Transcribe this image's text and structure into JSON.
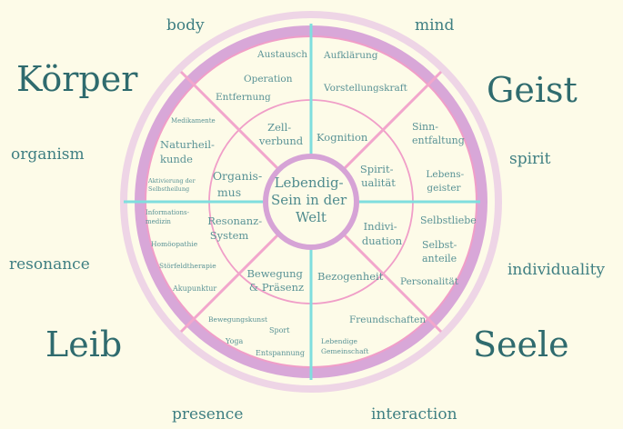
{
  "colors": {
    "background": "#fdfbe8",
    "outer_ring": "#d6a3d6",
    "ring_stroke": "#ef9fc8",
    "spokes_cyan": "#7fdede",
    "spokes_pink": "#f2a6cc",
    "text": "#4f8b8e",
    "outer_labels": "#2f6b6e"
  },
  "outer_labels": {
    "koerper": "Körper",
    "geist": "Geist",
    "leib": "Leib",
    "seele": "Seele",
    "body": "body",
    "mind": "mind",
    "organism": "organism",
    "spirit": "spirit",
    "resonance": "resonance",
    "individuality": "individuality",
    "presence": "presence",
    "interaction": "interaction"
  },
  "center": [
    "Lebendig-",
    "Sein in der",
    "Welt"
  ],
  "inner": {
    "zellverbund": [
      "Zell-",
      "verbund"
    ],
    "kognition": [
      "Kognition"
    ],
    "spiritualitaet": [
      "Spirit-",
      "ualität"
    ],
    "organismus": [
      "Organis-",
      "mus"
    ],
    "resonanzsystem": [
      "Resonanz-",
      "System"
    ],
    "individuation": [
      "Indivi-",
      "duation"
    ],
    "bewegung": [
      "Bewegung",
      "& Präsenz"
    ],
    "bezogenheit": [
      "Bezogenheit"
    ]
  },
  "outer_items": {
    "austausch": "Austausch",
    "operation": "Operation",
    "entfernung": "Entfernung",
    "aufklaerung": "Aufklärung",
    "vorstellungskraft": "Vorstellungskraft",
    "medikamente": "Medikamente",
    "naturheilkunde": [
      "Naturheil-",
      "kunde"
    ],
    "aktivierung": [
      "Aktivierung der",
      "Selbstheilung"
    ],
    "sinnentfaltung": [
      "Sinn-",
      "entfaltung"
    ],
    "lebensgeister": [
      "Lebens-",
      "geister"
    ],
    "informationsmedizin": [
      "Informations-",
      "medizin"
    ],
    "homoeopathie": "Homöopathie",
    "stressfeldtherapie": "Störfeldtherapie",
    "akupunktur": "Akupunktur",
    "selbstliebe": "Selbstliebe",
    "selbstanteile": [
      "Selbst-",
      "anteile"
    ],
    "personalitaet": "Personalität",
    "bewegungskunst": "Bewegungskunst",
    "sport": "Sport",
    "yoga": "Yoga",
    "entspannung": "Entspannung",
    "freundschaften": "Freundschaften",
    "gemeinschaft": [
      "Lebendige",
      "Gemeinschaft"
    ]
  }
}
